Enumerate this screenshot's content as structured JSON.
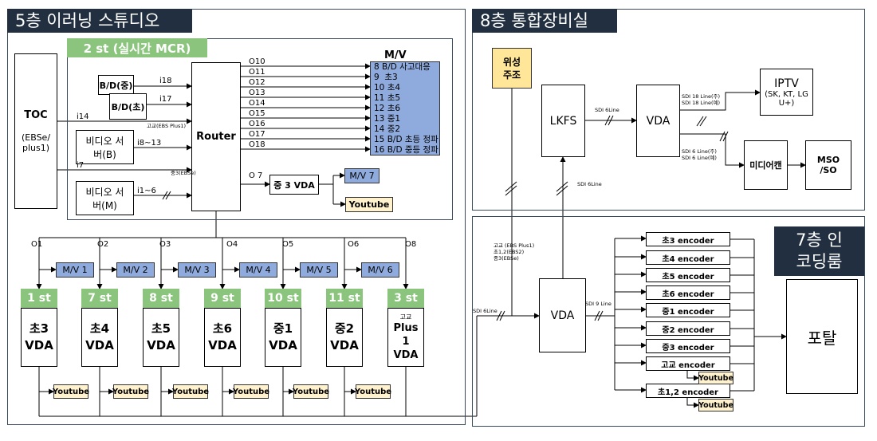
{
  "panels": {
    "floor5": "5층 이러닝 스튜디오",
    "floor8": "8층 통합장비실",
    "floor7": "7층 인코딩룸",
    "mcr": "2 st (실시간 MCR)"
  },
  "toc": {
    "title": "TOC",
    "sub": "(EBSe/ plus1)"
  },
  "bd_mid": "B/D(중)",
  "bd_elem": "B/D(초)",
  "video_b": "비디오 서버(B)",
  "video_m": "비디오 서버(M)",
  "router": "Router",
  "inputs": {
    "i18": "i18",
    "i17": "i17",
    "i14": "i14",
    "high_ebs": "고교(EBS Plus1)",
    "i8_13": "i8~13",
    "i7": "i7",
    "mid_ebse": "중3(EBSe)",
    "i1_6": "i1~6"
  },
  "outputs": [
    "O10",
    "O11",
    "O12",
    "O13",
    "O14",
    "O15",
    "O16",
    "O17",
    "O18"
  ],
  "o7": "O 7",
  "mv_title": "M/V",
  "mv_rows": [
    "8  B/D 사고대응",
    "9  초3",
    "10 초4",
    "11 초5",
    "12 초6",
    "13 중1",
    "14 중2",
    "15 B/D 초등 정파",
    "16 B/D 중등 정파"
  ],
  "mid3_vda": "중 3 VDA",
  "mv7": "M/V 7",
  "youtube": "Youtube",
  "o_labels": [
    "O1",
    "O2",
    "O3",
    "O4",
    "O5",
    "O6",
    "O8"
  ],
  "mv_small": [
    "M/V 1",
    "M/V 2",
    "M/V 3",
    "M/V 4",
    "M/V 5",
    "M/V 6"
  ],
  "studios": [
    {
      "st": "1 st",
      "ch": "초3",
      "vda": "VDA"
    },
    {
      "st": "7 st",
      "ch": "초4",
      "vda": "VDA"
    },
    {
      "st": "8 st",
      "ch": "초5",
      "vda": "VDA"
    },
    {
      "st": "9 st",
      "ch": "초6",
      "vda": "VDA"
    },
    {
      "st": "10 st",
      "ch": "중1",
      "vda": "VDA"
    },
    {
      "st": "11 st",
      "ch": "중2",
      "vda": "VDA"
    },
    {
      "st": "3 st",
      "pre": "고교",
      "ch": "Plus 1",
      "vda": "VDA"
    }
  ],
  "floor8": {
    "satellite": "위성 주조",
    "lkfs": "LKFS",
    "vda": "VDA",
    "iptv": "IPTV",
    "iptv_sub": "(SK, KT, LG U+)",
    "media": "미디어캔",
    "mso": "MSO /SO",
    "sdi6": "SDI 6Line",
    "sdi18": [
      "SDI 18 Line(주)",
      "SDI 18 Line(예)"
    ],
    "sdi6b": [
      "SDI 6 Line(주)",
      "SDI 6 Line(예)"
    ],
    "sdi6_up": "SDI 6Line"
  },
  "floor7": {
    "feeds": [
      "고교 (EBS Plus1)",
      "초1,2(EBS2)",
      "중3(EBSe)"
    ],
    "sdi6": "SDI 6Line",
    "sdi9": "SDI 9 Line",
    "vda": "VDA",
    "portal": "포탈",
    "encoders": [
      "초3 encoder",
      "초4 encoder",
      "초5 encoder",
      "초6 encoder",
      "중1 encoder",
      "중2 encoder",
      "중3 encoder",
      "고교 encoder",
      "초1,2 encoder"
    ]
  }
}
